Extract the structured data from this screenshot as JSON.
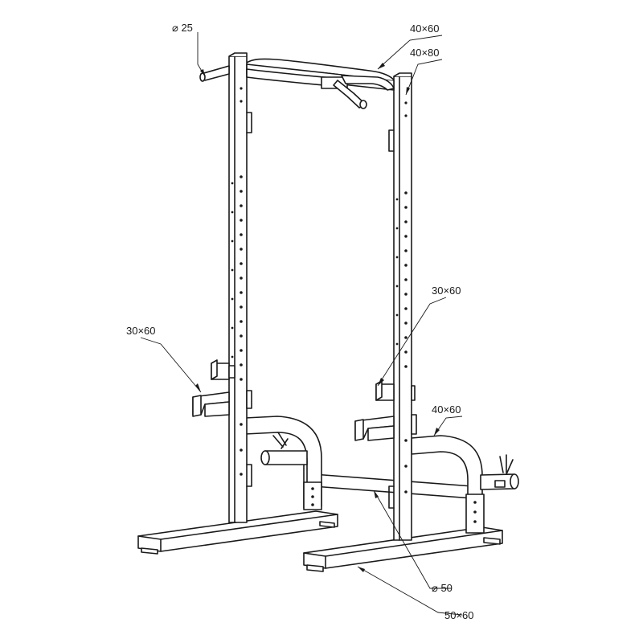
{
  "labels": {
    "pullup_bar_diameter": "⌀ 25",
    "top_crossbar": "40×60",
    "upright": "40×80",
    "safety_arm_right": "30×60",
    "safety_arm_left": "30×60",
    "rear_support": "40×60",
    "base_crossbar_diameter": "⌀ 50",
    "base_foot": "50×60"
  }
}
